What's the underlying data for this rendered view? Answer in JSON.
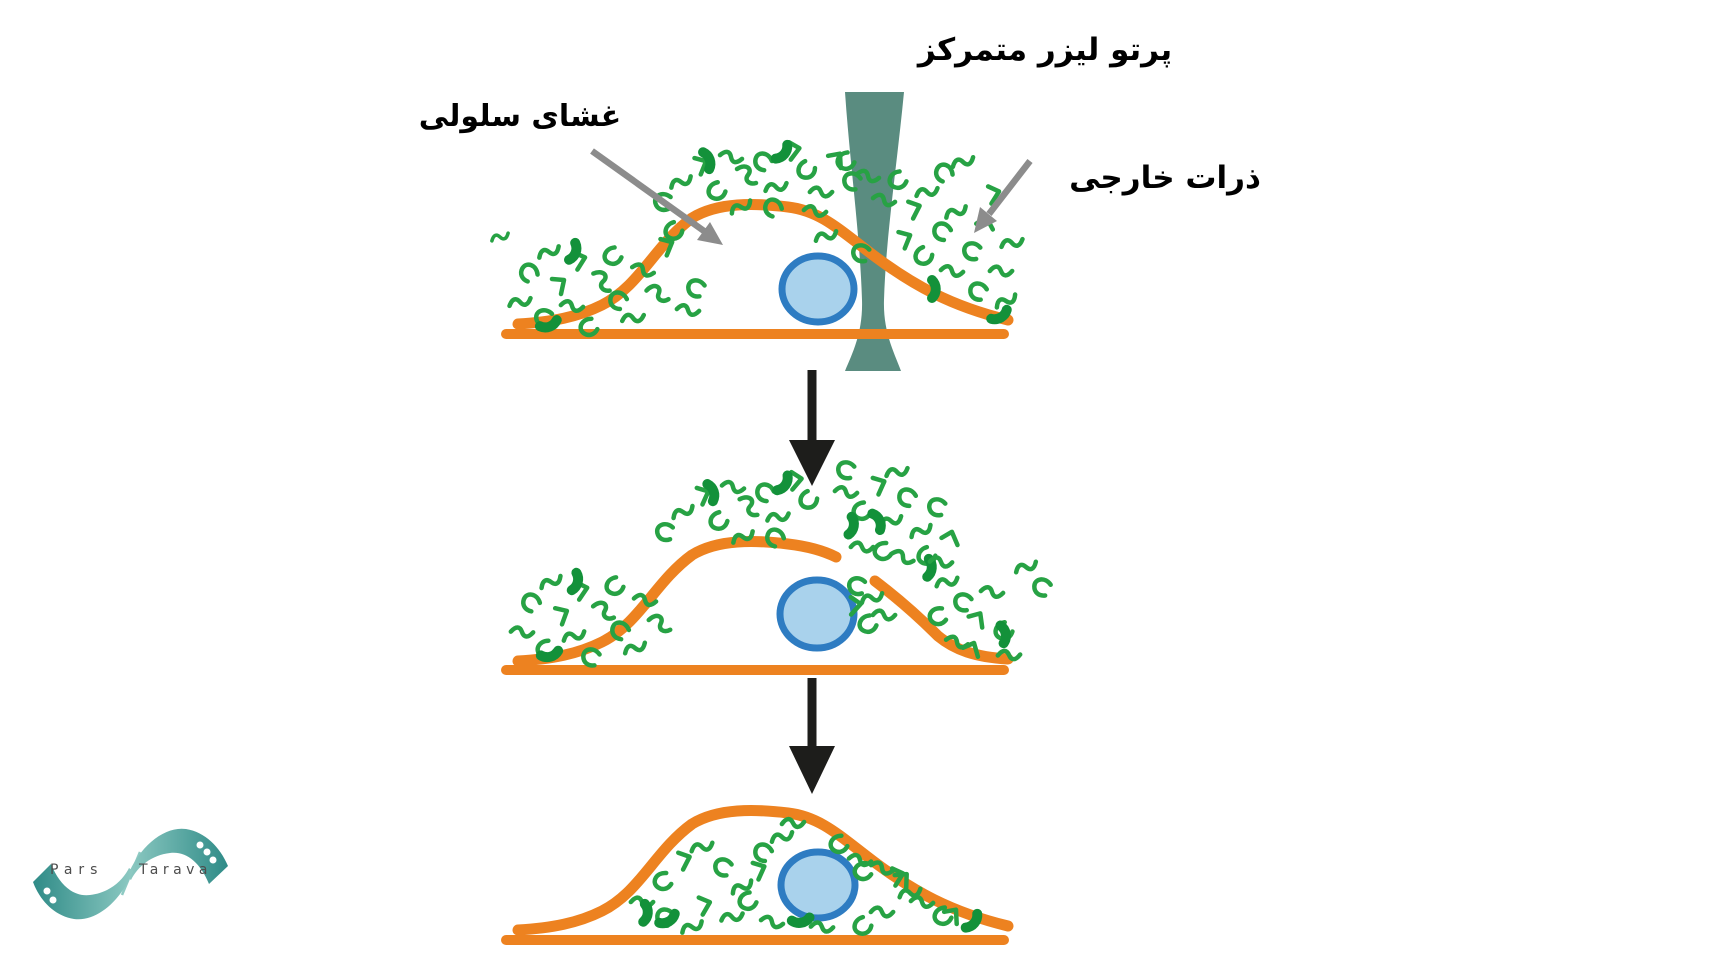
{
  "diagram": {
    "labels": {
      "laser": "پرتو لیزر متمرکز",
      "membrane": "غشای سلولی",
      "particles": "ذرات خارجی"
    },
    "logo": {
      "part1": "Pars",
      "part2": "Tarava"
    },
    "colors": {
      "background": "#ffffff",
      "label_text": "#000000",
      "membrane": "#ed8220",
      "nucleus_fill": "#a9d2ec",
      "nucleus_stroke": "#2e7cc2",
      "particle": "#27a244",
      "particle_dark": "#13913a",
      "laser_beam": "#5a8c80",
      "step_arrow": "#1d1d1b",
      "pointer_arrow": "#8c8c8c",
      "logo_teal_dark": "#2f8b87",
      "logo_teal_light": "#8ecac3",
      "logo_text": "#4d4d4d"
    }
  }
}
